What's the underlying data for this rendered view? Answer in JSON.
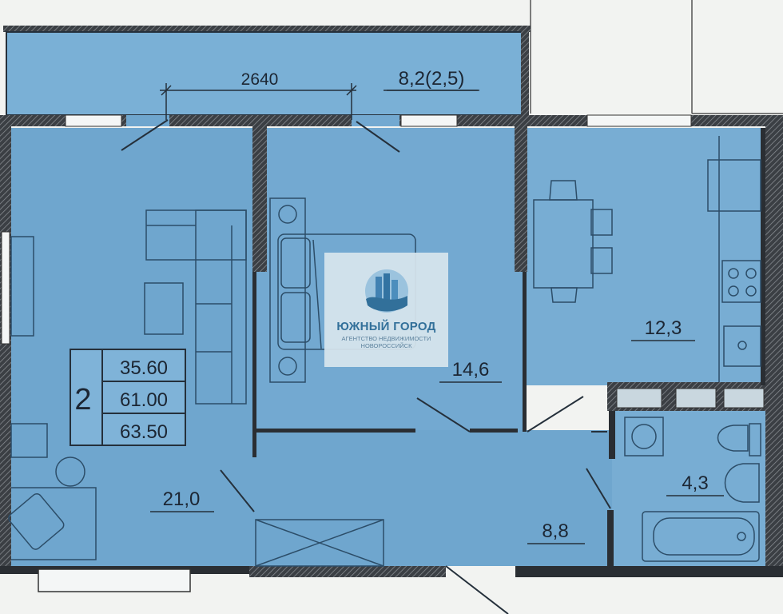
{
  "balcony": {
    "dimension": "2640",
    "area": "8,2(2,5)"
  },
  "rooms": {
    "living_room": {
      "area": "21,0"
    },
    "bedroom": {
      "area": "14,6"
    },
    "kitchen": {
      "area": "12,3"
    },
    "hallway": {
      "area": "8,8"
    },
    "bathroom": {
      "area": "4,3"
    }
  },
  "summary": {
    "rooms_count": "2",
    "living_area": "35.60",
    "total_area": "61.00",
    "total_with_balcony": "63.50"
  },
  "watermark": {
    "title": "ЮЖНЫЙ ГОРОД",
    "subtitle": "АГЕНТСТВО НЕДВИЖИМОСТИ НОВОРОССИЙСК"
  },
  "colors": {
    "floor": "#6fa6ce",
    "floor_light": "#7fb3d8",
    "wall": "#2a2e33",
    "background": "#f2f3f1",
    "line": "#25303b"
  }
}
